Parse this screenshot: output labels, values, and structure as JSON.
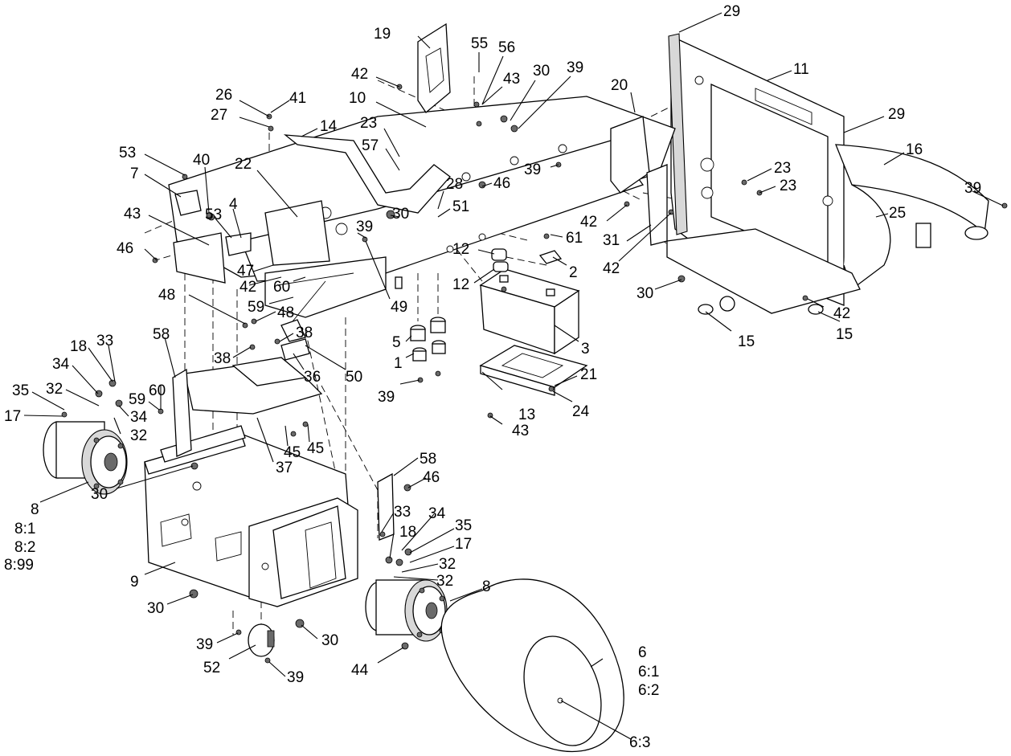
{
  "callouts": [
    {
      "id": "c29a",
      "text": "29"
    },
    {
      "id": "c19",
      "text": "19"
    },
    {
      "id": "c55",
      "text": "55"
    },
    {
      "id": "c56",
      "text": "56"
    },
    {
      "id": "c30a",
      "text": "30"
    },
    {
      "id": "c39a",
      "text": "39"
    },
    {
      "id": "c11",
      "text": "11"
    },
    {
      "id": "c29b",
      "text": "29"
    },
    {
      "id": "c42a",
      "text": "42"
    },
    {
      "id": "c43a",
      "text": "43"
    },
    {
      "id": "c20",
      "text": "20"
    },
    {
      "id": "c10",
      "text": "10"
    },
    {
      "id": "c26",
      "text": "26"
    },
    {
      "id": "c41",
      "text": "41"
    },
    {
      "id": "c27",
      "text": "27"
    },
    {
      "id": "c14",
      "text": "14"
    },
    {
      "id": "c23a",
      "text": "23"
    },
    {
      "id": "c57",
      "text": "57"
    },
    {
      "id": "c16",
      "text": "16"
    },
    {
      "id": "c53a",
      "text": "53"
    },
    {
      "id": "c40",
      "text": "40"
    },
    {
      "id": "c22",
      "text": "22"
    },
    {
      "id": "c39b",
      "text": "39"
    },
    {
      "id": "c46a",
      "text": "46"
    },
    {
      "id": "c23b",
      "text": "23"
    },
    {
      "id": "c7",
      "text": "7"
    },
    {
      "id": "c28",
      "text": "28"
    },
    {
      "id": "c23c",
      "text": "23"
    },
    {
      "id": "c39c",
      "text": "39"
    },
    {
      "id": "c53b",
      "text": "53"
    },
    {
      "id": "c4",
      "text": "4"
    },
    {
      "id": "c51",
      "text": "51"
    },
    {
      "id": "c30b",
      "text": "30"
    },
    {
      "id": "c42b",
      "text": "42"
    },
    {
      "id": "c25",
      "text": "25"
    },
    {
      "id": "c43b",
      "text": "43"
    },
    {
      "id": "c39d",
      "text": "39"
    },
    {
      "id": "c61",
      "text": "61"
    },
    {
      "id": "c31",
      "text": "31"
    },
    {
      "id": "c46b",
      "text": "46"
    },
    {
      "id": "c12a",
      "text": "12"
    },
    {
      "id": "c42c",
      "text": "42"
    },
    {
      "id": "c2",
      "text": "2"
    },
    {
      "id": "c47",
      "text": "47"
    },
    {
      "id": "c42d",
      "text": "42"
    },
    {
      "id": "c60a",
      "text": "60"
    },
    {
      "id": "c12b",
      "text": "12"
    },
    {
      "id": "c30c",
      "text": "30"
    },
    {
      "id": "c59a",
      "text": "59"
    },
    {
      "id": "c49",
      "text": "49"
    },
    {
      "id": "c42e",
      "text": "42"
    },
    {
      "id": "c48a",
      "text": "48"
    },
    {
      "id": "c48b",
      "text": "48"
    },
    {
      "id": "c15a",
      "text": "15"
    },
    {
      "id": "c15b",
      "text": "15"
    },
    {
      "id": "c38a",
      "text": "38"
    },
    {
      "id": "c5",
      "text": "5"
    },
    {
      "id": "c3",
      "text": "3"
    },
    {
      "id": "c58a",
      "text": "58"
    },
    {
      "id": "c38b",
      "text": "38"
    },
    {
      "id": "c36",
      "text": "36"
    },
    {
      "id": "c1",
      "text": "1"
    },
    {
      "id": "c50",
      "text": "50"
    },
    {
      "id": "c21",
      "text": "21"
    },
    {
      "id": "c18a",
      "text": "18"
    },
    {
      "id": "c33a",
      "text": "33"
    },
    {
      "id": "c39e",
      "text": "39"
    },
    {
      "id": "c13",
      "text": "13"
    },
    {
      "id": "c24",
      "text": "24"
    },
    {
      "id": "c34a",
      "text": "34"
    },
    {
      "id": "c35a",
      "text": "35"
    },
    {
      "id": "c32a",
      "text": "32"
    },
    {
      "id": "c60b",
      "text": "60"
    },
    {
      "id": "c59b",
      "text": "59"
    },
    {
      "id": "c17a",
      "text": "17"
    },
    {
      "id": "c34b",
      "text": "34"
    },
    {
      "id": "c32b",
      "text": "32"
    },
    {
      "id": "c43c",
      "text": "43"
    },
    {
      "id": "c45a",
      "text": "45"
    },
    {
      "id": "c45b",
      "text": "45"
    },
    {
      "id": "c37",
      "text": "37"
    },
    {
      "id": "c58b",
      "text": "58"
    },
    {
      "id": "c46c",
      "text": "46"
    },
    {
      "id": "c8a",
      "text": "8"
    },
    {
      "id": "c30d",
      "text": "30"
    },
    {
      "id": "c8_1",
      "text": "8:1"
    },
    {
      "id": "c8_2",
      "text": "8:2"
    },
    {
      "id": "c8_99",
      "text": "8:99"
    },
    {
      "id": "c33b",
      "text": "33"
    },
    {
      "id": "c34c",
      "text": "34"
    },
    {
      "id": "c35b",
      "text": "35"
    },
    {
      "id": "c18b",
      "text": "18"
    },
    {
      "id": "c17b",
      "text": "17"
    },
    {
      "id": "c32c",
      "text": "32"
    },
    {
      "id": "c32d",
      "text": "32"
    },
    {
      "id": "c9",
      "text": "9"
    },
    {
      "id": "c8b",
      "text": "8"
    },
    {
      "id": "c30e",
      "text": "30"
    },
    {
      "id": "c39f",
      "text": "39"
    },
    {
      "id": "c30f",
      "text": "30"
    },
    {
      "id": "c6",
      "text": "6"
    },
    {
      "id": "c6_1",
      "text": "6:1"
    },
    {
      "id": "c6_2",
      "text": "6:2"
    },
    {
      "id": "c52",
      "text": "52"
    },
    {
      "id": "c39g",
      "text": "39"
    },
    {
      "id": "c44",
      "text": "44"
    },
    {
      "id": "c6_3",
      "text": "6:3"
    }
  ]
}
